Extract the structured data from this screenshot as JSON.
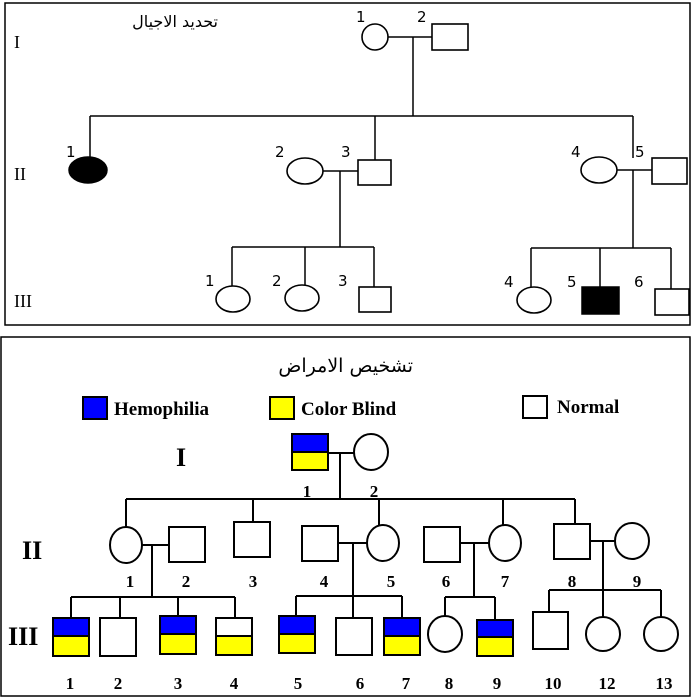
{
  "top": {
    "title": "تحديد الاجيال",
    "generations": [
      "I",
      "II",
      "III"
    ],
    "gen1": {
      "n1": "1",
      "n2": "2"
    },
    "gen2": {
      "n1": "1",
      "n2": "2",
      "n3": "3",
      "n4": "4",
      "n5": "5"
    },
    "gen3": {
      "n1": "1",
      "n2": "2",
      "n3": "3",
      "n4": "4",
      "n5": "5",
      "n6": "6"
    }
  },
  "bottom": {
    "title": "تشخيص الامراض",
    "legend": {
      "hemophilia": "Hemophilia",
      "color_blind": "Color Blind",
      "normal": "Normal"
    },
    "colors": {
      "hemophilia": "#0000ff",
      "color_blind": "#ffff00"
    },
    "generations": [
      "I",
      "II",
      "III"
    ],
    "gen1": {
      "n1": "1",
      "n2": "2"
    },
    "gen2": {
      "n1": "1",
      "n2": "2",
      "n3": "3",
      "n4": "4",
      "n5": "5",
      "n6": "6",
      "n7": "7",
      "n8": "8",
      "n9": "9"
    },
    "gen3": {
      "n1": "1",
      "n2": "2",
      "n3": "3",
      "n4": "4",
      "n5": "5",
      "n6": "6",
      "n7": "7",
      "n8": "8",
      "n9": "9",
      "n10": "10",
      "n12": "12",
      "n13": "13"
    }
  }
}
